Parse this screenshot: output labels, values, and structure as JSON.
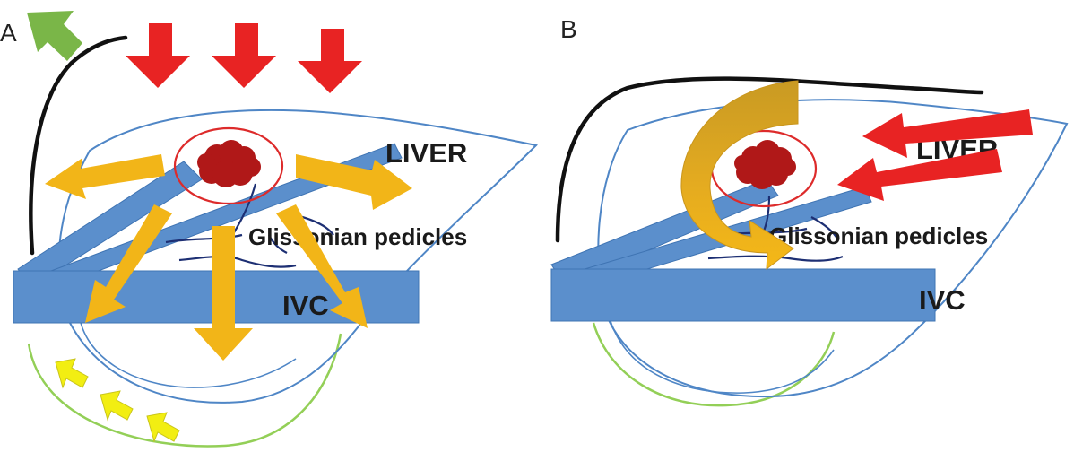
{
  "panels": [
    {
      "letter": "A",
      "liver_label": "LIVER",
      "pedicles_label": "Glissonian pedicles",
      "ivc_label": "IVC"
    },
    {
      "letter": "B",
      "liver_label": "LIVER",
      "pedicles_label": "Glissonian pedicles",
      "ivc_label": "IVC"
    }
  ],
  "colors": {
    "liver_outline": "#4f86c6",
    "ivc_fill": "#5b8fcc",
    "ivc_edge": "#3f74b3",
    "tumor": "#b01818",
    "tumor_ring": "#dd2b2b",
    "vessel": "#1d2f73",
    "pressure_arrow": "#e82323",
    "spread_arrow": "#f2b518",
    "lift_arrow": "#7ab648",
    "small_arrow": "#f2ee12",
    "diaphragm": "#111111",
    "lower_membrane": "#93cf57",
    "curved_arrow": "#d8a31e"
  },
  "icons": [
    "diaphragm-curve",
    "pressure-arrow",
    "spread-arrow",
    "lift-arrow",
    "curved-arrow"
  ]
}
